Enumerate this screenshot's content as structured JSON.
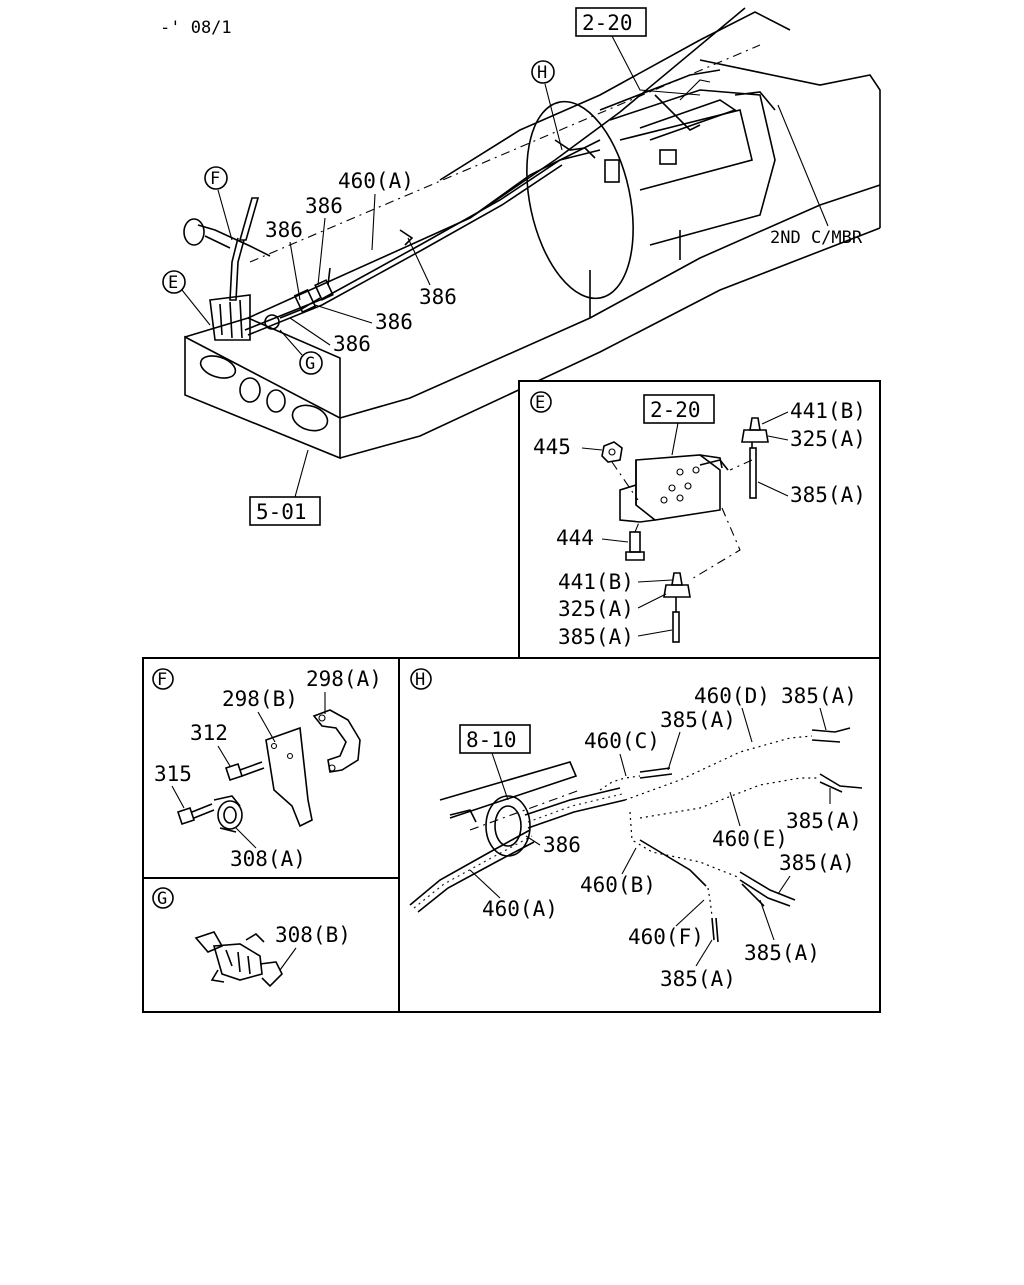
{
  "header": {
    "code": "-' 08/1"
  },
  "main": {
    "ref_top": "2-20",
    "ref_frame": "5-01",
    "callouts": [
      "F",
      "E",
      "G",
      "H"
    ],
    "labels": {
      "l460a": "460(A)",
      "l386_1": "386",
      "l386_2": "386",
      "l386_3": "386",
      "l386_4": "386",
      "l386_5": "386",
      "l2nd": "2ND C/MBR"
    }
  },
  "panel_e": {
    "callout": "E",
    "ref": "2-20",
    "labels": {
      "l441b_top": "441(B)",
      "l325a_top": "325(A)",
      "l385a_top": "385(A)",
      "l445": "445",
      "l444": "444",
      "l441b_bot": "441(B)",
      "l325a_bot": "325(A)",
      "l385a_bot": "385(A)"
    }
  },
  "panel_f": {
    "callout": "F",
    "labels": {
      "l298a": "298(A)",
      "l298b": "298(B)",
      "l312": "312",
      "l315": "315",
      "l308a": "308(A)"
    }
  },
  "panel_g": {
    "callout": "G",
    "labels": {
      "l308b": "308(B)"
    }
  },
  "panel_h": {
    "callout": "H",
    "ref": "8-10",
    "labels": {
      "l460d": "460(D)",
      "l385a_1": "385(A)",
      "l385a_2": "385(A)",
      "l460c": "460(C)",
      "l385a_3": "385(A)",
      "l460e": "460(E)",
      "l386": "386",
      "l385a_4": "385(A)",
      "l460b": "460(B)",
      "l460a": "460(A)",
      "l460f": "460(F)",
      "l385a_5": "385(A)",
      "l385a_6": "385(A)"
    }
  }
}
